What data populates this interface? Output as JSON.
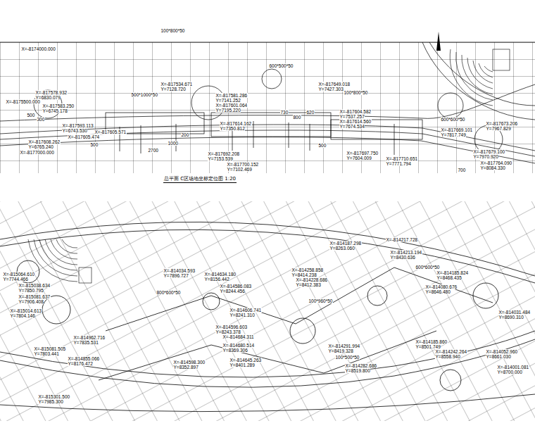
{
  "diagram": {
    "title": "总平面 C区场地坐标定位图 1:20",
    "labels": [
      "X=-8174000.000",
      "100*800*50",
      "600*500*50",
      "X=-817578.932",
      "Y=6830.079",
      "X=-817583.250",
      "Y=6745.178",
      "X=-8175500.000",
      "500",
      "300",
      "X=-817534.671",
      "Y=7128.720",
      "500*1000*50",
      "X=-817581.286",
      "Y=7141.252",
      "X=-817601.064",
      "Y=7195.220",
      "X=-817649.018",
      "Y=7427.303",
      "100*800*50",
      "730",
      "800",
      "620",
      "X=-817604.582",
      "Y=7537.257",
      "X=-817614.560",
      "Y=7674.534",
      "X=-817593.113",
      "Y=6743.530",
      "X=-817605.571",
      "X=-817605.474",
      "X=-817608.262",
      "Y=6765.240",
      "X=-8177000.000",
      "500",
      "X=-817614.162",
      "Y=7350.812",
      "2700",
      "1000",
      "200",
      "X=-817692.208",
      "Y=7153.539",
      "X=-817700.152",
      "Y=7102.469",
      "X=-817697.750",
      "Y=7604.009",
      "X=-817710.651",
      "Y=7771.794",
      "600*600*50",
      "X=-817669.101",
      "Y=7817.749",
      "X=-817673.206",
      "Y=7967.829",
      "X=-817679.100",
      "Y=7970.920",
      "X=-817764.090",
      "Y=8084.330",
      "700",
      "500",
      "X=-815064.610",
      "Y=7744.466",
      "X=-815038.634",
      "Y=7850.795",
      "X=-815081.637",
      "Y=7906.408",
      "X=-815014.613",
      "Y=7804.146",
      "X=-814034.593",
      "Y=7896.727",
      "X=-814634.180",
      "Y=8156.442",
      "800*600*50",
      "X=-814586.083",
      "Y=8244.456",
      "X=-814606.741",
      "Y=8241.310",
      "X=-814596.603",
      "Y=8243.378",
      "X=-814684.311",
      "X=-814680.514",
      "Y=8369.306",
      "X=-814598.300",
      "Y=8352.897",
      "X=-814645.263",
      "Y=8401.289",
      "X=-814962.716",
      "Y=7835.531",
      "X=-815081.505",
      "Y=7803.441",
      "X=-814855.066",
      "Y=8176.472",
      "X=-815301.500",
      "Y=7985.300",
      "X=-814187.298",
      "Y=8263.060",
      "X=-814217.728",
      "X=-814213.194",
      "Y=8430.636",
      "X=-814258.858",
      "Y=8414.238",
      "X=-814228.686",
      "Y=8412.383",
      "600*600*50",
      "X=-814185.824",
      "Y=8468.435",
      "X=-814080.676",
      "Y=8646.480",
      "100*960*50",
      "X=-814031.484",
      "Y=8690.310",
      "X=-814291.994",
      "Y=8419.328",
      "100*500*50",
      "X=-814282.686",
      "Y=8519.800",
      "X=-814185.860",
      "Y=8501.749",
      "X=-814242.264",
      "Y=8558.940",
      "X=-814052.960",
      "Y=8661.030",
      "X=-814001.081",
      "Y=8700.000"
    ]
  }
}
